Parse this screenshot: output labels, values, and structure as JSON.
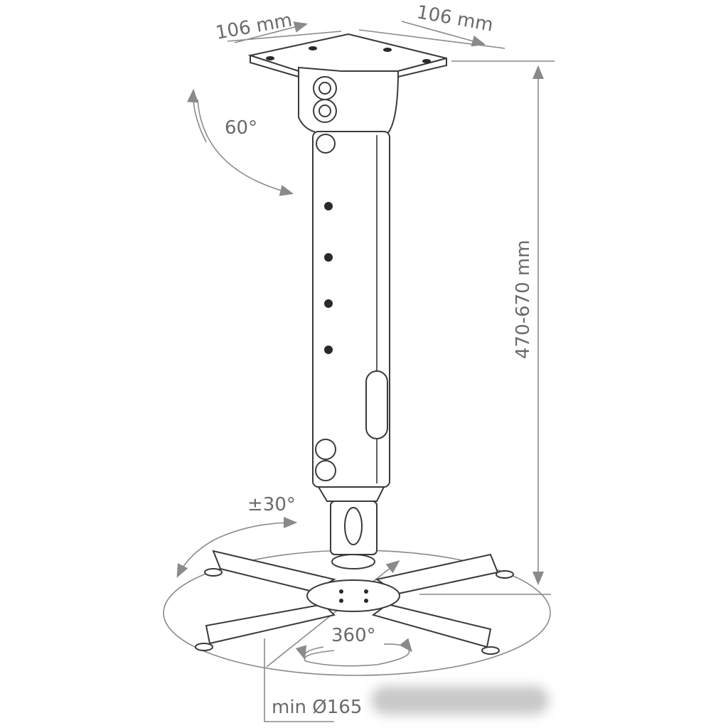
{
  "title": "Projector ceiling mount dimensions",
  "labels": {
    "plate_width_left": "106 mm",
    "plate_width_right": "106 mm",
    "tilt_angle": "60°",
    "height_range": "470-670 mm",
    "swivel_angle": "±30°",
    "rotation": "360°",
    "min_diameter": "min Ø165"
  },
  "colors": {
    "line": "#3a3a3a",
    "dimension": "#8a8a8a",
    "text": "#6a6a6a"
  }
}
